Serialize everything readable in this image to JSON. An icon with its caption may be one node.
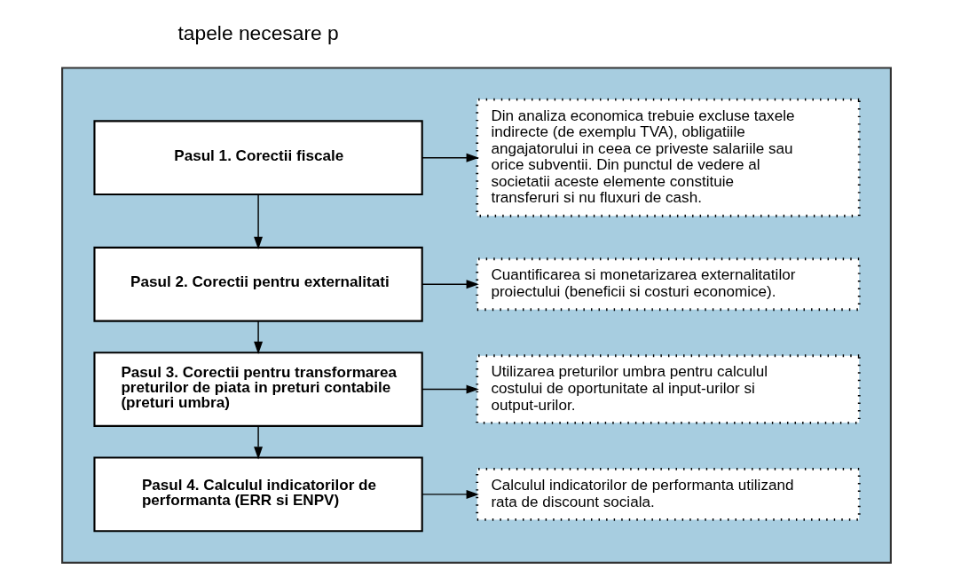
{
  "diagram": {
    "nodes": [
      {
        "text": [],
        "shape": "box"
      },
      {
        "text": [
          "Pasul 1. Corectii fiscale"
        ],
        "in": 0
      },
      {
        "text": [
          "Din analiza economica trebuie excluse taxele indirecte (de exemplu TVA), obligatiile angajatorului in ceea ce priveste salariile sau orice subventii. Din punctul de vedere al societatii aceste elemente constituie transferuri si nu fluxuri de cash."
        ],
        "in": 0
      },
      {
        "text": [
          "Pasul 2. Corectii pentru externalitati"
        ],
        "in": 0
      },
      {
        "text": [
          "Cuantificarea si monetarizarea externalitatilor proiectului (beneficii si costuri economice)."
        ],
        "in": 0
      },
      {
        "text": [
          "Pasul 3. Corectii pentru transformarea preturilor de piata in preturi contabile (preturi umbra)"
        ],
        "in": 0
      },
      {
        "text": [
          "Utilizarea preturilor umbra pentru calculul costului de oportunitate al input-urilor si output-urilor."
        ],
        "in": 0
      },
      {
        "text": [
          "Pasul 4. Calculul indicatorilor de performanta (ERR si ENPV)"
        ],
        "in": 0
      },
      {
        "text": [
          "Calculul indicatorilor de performanta utilizand rata de discount sociala."
        ],
        "in": 0
      }
    ],
    "edges": [
      {
        "from": 1,
        "to": 3,
        "arrow": "to"
      },
      {
        "from": 3,
        "to": 5,
        "arrow": "to"
      },
      {
        "from": 5,
        "to": 7,
        "arrow": "to"
      },
      {
        "from": 1,
        "to": 2,
        "arrow": "to"
      },
      {
        "from": 3,
        "to": 4,
        "arrow": "to"
      },
      {
        "from": 5,
        "to": 6,
        "arrow": "to"
      },
      {
        "from": 7,
        "to": 8,
        "arrow": "to"
      }
    ],
    "labels": [
      "tapele necesare p"
    ]
  }
}
